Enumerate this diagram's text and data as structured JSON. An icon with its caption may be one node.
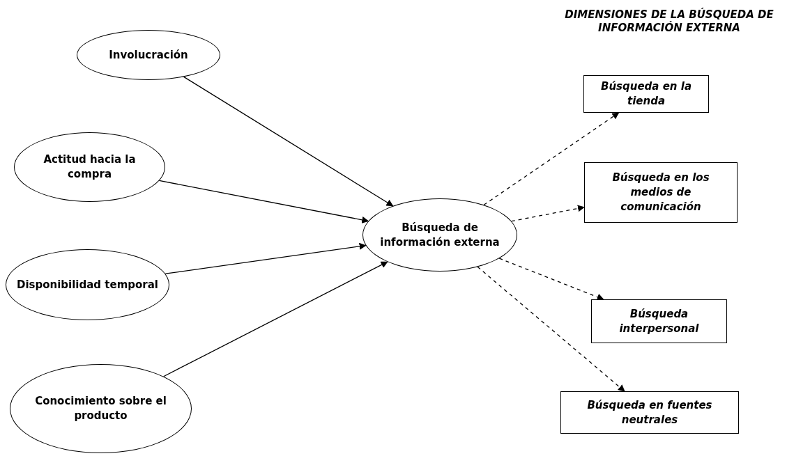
{
  "diagram": {
    "title": "DIMENSIONES DE LA BÚSQUEDA DE INFORMACIÓN EXTERNA",
    "nodes": [
      {
        "text": [
          "Involucración"
        ]
      },
      {
        "text": [
          "Actitud hacia la compra"
        ]
      },
      {
        "text": [
          "Disponibilidad temporal"
        ]
      },
      {
        "text": [
          "Conocimiento sobre el producto"
        ]
      },
      {
        "text": [
          "Búsqueda de información externa"
        ]
      },
      {
        "text": [
          "Búsqueda en la tienda"
        ]
      },
      {
        "text": [
          "Búsqueda en los medios de comunicación"
        ]
      },
      {
        "text": [
          "Búsqueda interpersonal"
        ]
      },
      {
        "text": [
          "Búsqueda en fuentes neutrales"
        ]
      }
    ],
    "edges": [
      {
        "from": 0,
        "to": 4,
        "arrow": "to"
      },
      {
        "from": 1,
        "to": 4,
        "arrow": "to"
      },
      {
        "from": 2,
        "to": 4,
        "arrow": "to"
      },
      {
        "from": 3,
        "to": 4,
        "arrow": "to"
      },
      {
        "from": 4,
        "to": 5,
        "arrow": "to",
        "style": "dashed"
      },
      {
        "from": 4,
        "to": 6,
        "arrow": "to",
        "style": "dashed"
      },
      {
        "from": 4,
        "to": 7,
        "arrow": "to",
        "style": "dashed"
      },
      {
        "from": 4,
        "to": 8,
        "arrow": "to",
        "style": "dashed"
      }
    ]
  }
}
